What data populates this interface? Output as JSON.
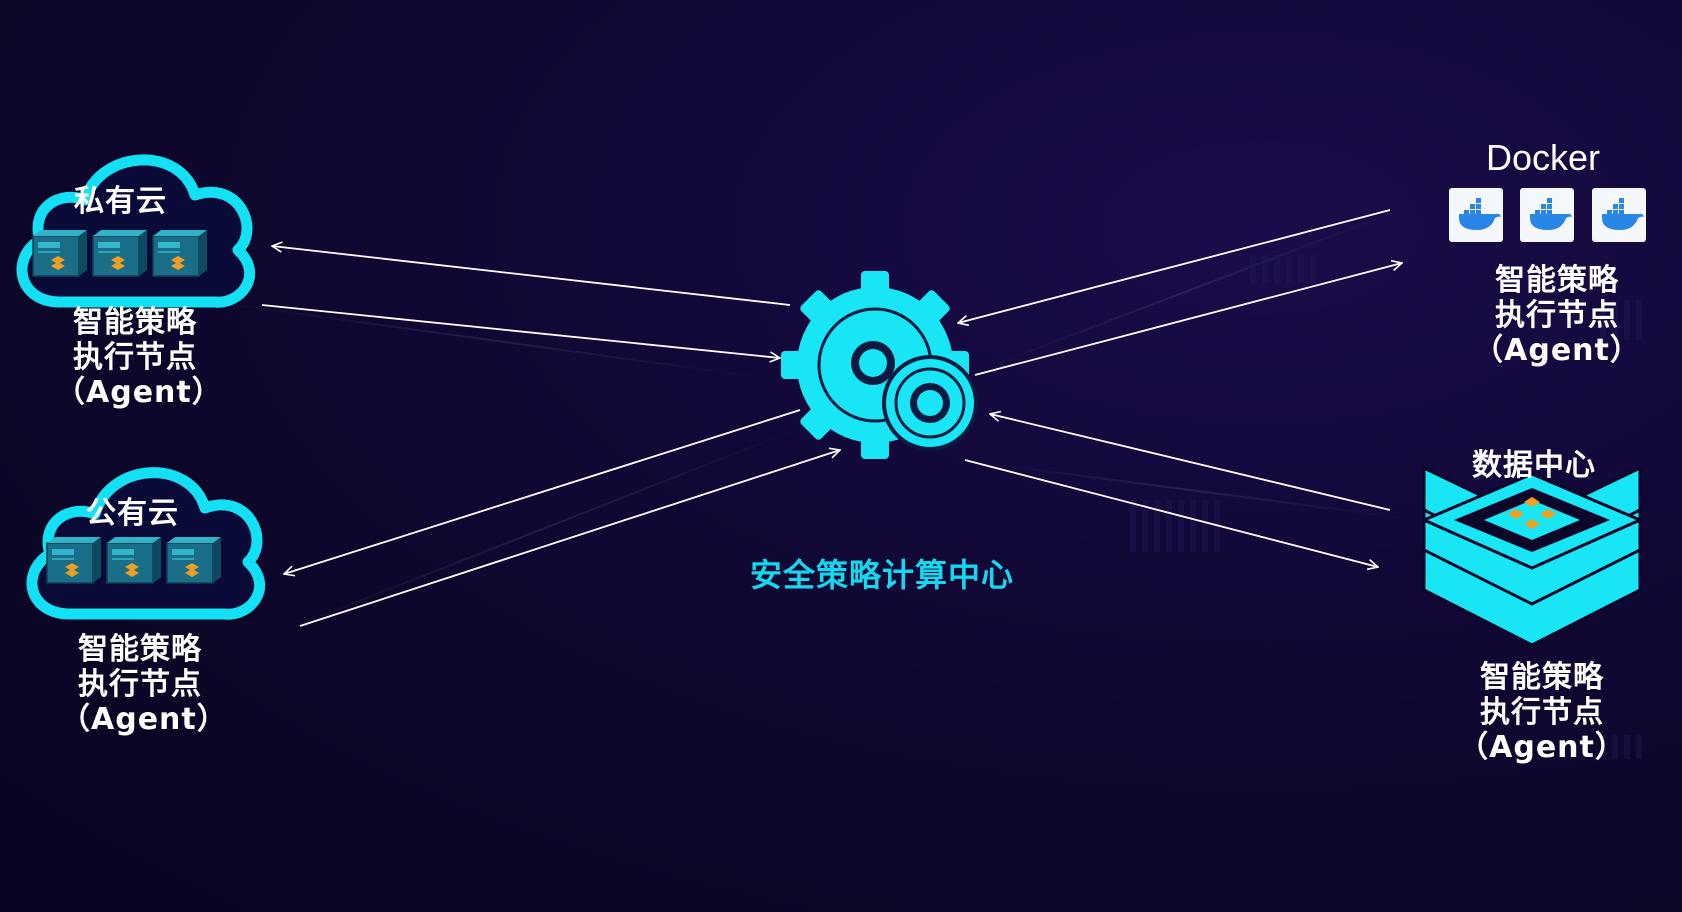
{
  "private_cloud": {
    "title": "私有云",
    "label_line1": "智能策略",
    "label_line2": "执行节点",
    "label_line3": "（Agent）"
  },
  "public_cloud": {
    "title": "公有云",
    "label_line1": "智能策略",
    "label_line2": "执行节点",
    "label_line3": "（Agent）"
  },
  "docker": {
    "title": "Docker",
    "label_line1": "智能策略",
    "label_line2": "执行节点",
    "label_line3": "（Agent）"
  },
  "datacenter": {
    "title": "数据中心",
    "label_line1": "智能策略",
    "label_line2": "执行节点",
    "label_line3": "（Agent）"
  },
  "center": {
    "label": "安全策略计算中心"
  },
  "colors": {
    "accent": "#13e0f2",
    "background": "#100735",
    "agent_orange": "#f0a020"
  },
  "icons": [
    "cloud-icon",
    "server-icon",
    "gear-icon",
    "docker-icon",
    "database-stack-icon"
  ]
}
